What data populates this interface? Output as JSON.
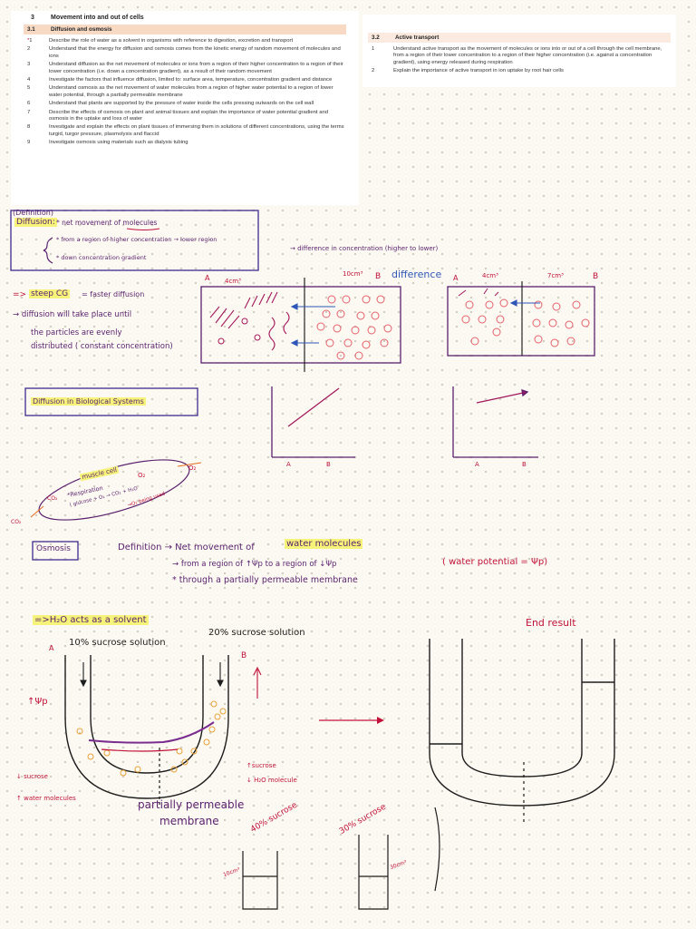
{
  "syllabus_left": {
    "section_num": "3",
    "section_title": "Movement into and out of cells",
    "sub_num": "3.1",
    "sub_title": "Diffusion and osmosis",
    "items": [
      {
        "n": "1",
        "star": "*",
        "text": "Describe the role of water as a solvent in organisms with reference to digestion, excretion and transport"
      },
      {
        "n": "2",
        "text": "Understand that the energy for diffusion and osmosis comes from the kinetic energy of random movement of molecules and ions"
      },
      {
        "n": "3",
        "text": "Understand diffusion as the net movement of molecules or ions from a region of their higher concentration to a region of their lower concentration (i.e. down a concentration gradient), as a result of their random movement"
      },
      {
        "n": "4",
        "text": "Investigate the factors that influence diffusion, limited to: surface area, temperature, concentration gradient and distance"
      },
      {
        "n": "5",
        "text": "Understand osmosis as the net movement of water molecules from a region of higher water potential to a region of lower water potential, through a partially permeable membrane"
      },
      {
        "n": "6",
        "text": "Understand that plants are supported by the pressure of water inside the cells pressing outwards on the cell wall"
      },
      {
        "n": "7",
        "text": "Describe the effects of osmosis on plant and animal tissues and explain the importance of water potential gradient and osmosis in the uptake and loss of water"
      },
      {
        "n": "8",
        "text": "Investigate and explain the effects on plant tissues of immersing them in solutions of different concentrations, using the terms turgid, turgor pressure, plasmolysis and flaccid"
      },
      {
        "n": "9",
        "text": "Investigate osmosis using materials such as dialysis tubing"
      }
    ]
  },
  "syllabus_right": {
    "sub_num": "3.2",
    "sub_title": "Active transport",
    "items": [
      {
        "n": "1",
        "text": "Understand active transport as the movement of molecules or ions into or out of a cell through the cell membrane, from a region of their lower concentration to a region of their higher concentration (i.e. against a concentration gradient), using energy released during respiration"
      },
      {
        "n": "2",
        "text": "Explain the importance of active transport in ion uptake by root hair cells"
      }
    ]
  },
  "notes": {
    "definition_tag": "(Definition)",
    "diffusion_label": "Diffusion:",
    "diffusion_def": "* net movement of molecules",
    "diff_line1": "* from a region of higher concentration → lower region",
    "diff_line2": "* down concentration gradient",
    "difference_note": "→ difference in concentration (higher to lower)",
    "steep_arrow": "=>",
    "steep_cg": "steep CG",
    "faster": "= faster diffusion",
    "until_line1": "→ diffusion will take place until",
    "until_line2": "the particles are evenly",
    "until_line3": "distributed ( constant concentration)",
    "box1_label_a": "A",
    "box1_a_conc": "4cm³",
    "box1_b_conc": "10cm³",
    "box1_label_b": "B",
    "difference_word": "difference",
    "box2_label_a": "A",
    "box2_a_conc": "4cm³",
    "box2_b_conc": "7cm³",
    "box2_label_b": "B",
    "bio_systems": "Diffusion in Biological Systems",
    "graph1_a": "A",
    "graph1_b": "B",
    "graph2_a": "A",
    "graph2_b": "B",
    "muscle_cell": "muscle cell",
    "o2_in": "O₂",
    "o2_out": "O₂",
    "respiration": "*Respiration",
    "glucose_eq": "( glucose + O₂ → CO₂ + H₂O",
    "o2_used": "→O₂ being used",
    "co2_inner": "CO₂",
    "co2_out": "CO₂",
    "osmosis_label": "Osmosis",
    "osmosis_def": "Definition → Net movement of",
    "water_molecules": "water molecules",
    "osm_line2": "→ from a region of ↑Ψp to a region of ↓Ψp",
    "water_potential": "( water potential = Ψp)",
    "osm_line3": "* through a partially permeable membrane",
    "h2o_solvent": "=>H₂O acts as a solvent",
    "end_result": "End result",
    "tube_a": "A",
    "sucrose10": "10% sucrose solution",
    "sucrose20": "20% sucrose solution",
    "tube_b": "B",
    "psi_up": "↑Ψp",
    "sucrose_down": "↓ sucrose",
    "water_up": "↑ water molecules",
    "sucrose_up": "↑sucrose",
    "h2o_down": "↓ H₂O molecule",
    "ppm_line1": "partially permeable",
    "ppm_line2": "membrane",
    "beaker_40": "40% sucrose",
    "beaker_30": "30% sucrose",
    "vol_10": "10cm³",
    "vol_30": "30cm³"
  }
}
